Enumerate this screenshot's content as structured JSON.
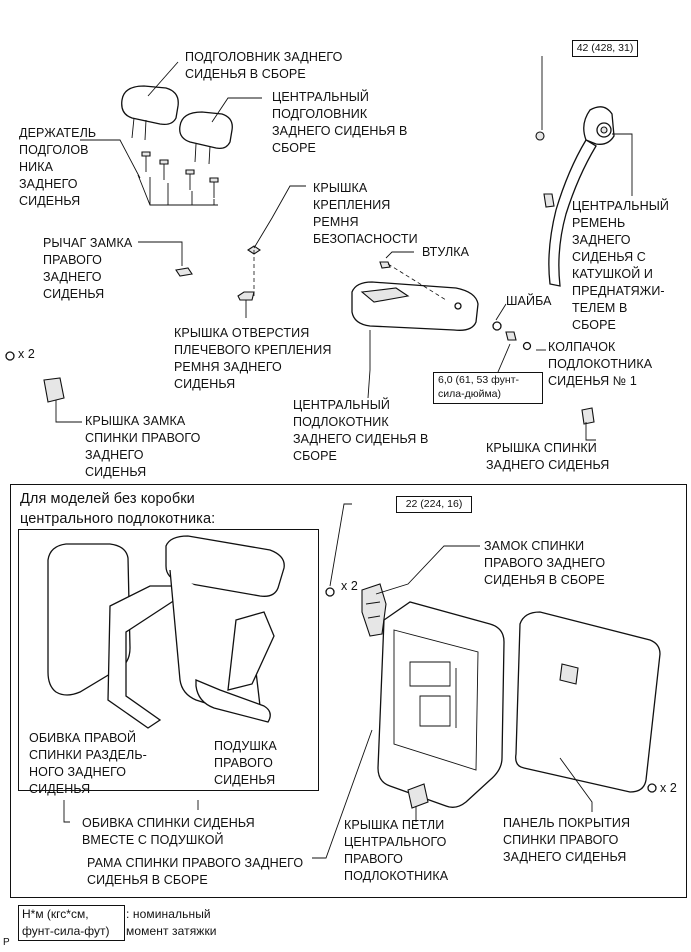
{
  "labels": {
    "rear_headrest_assy": "ПОДГОЛОВНИК ЗАДНЕГО\nСИДЕНЬЯ В СБОРЕ",
    "center_headrest_assy": "ЦЕНТРАЛЬНЫЙ\nПОДГОЛОВНИК\nЗАДНЕГО СИДЕНЬЯ В\nСБОРЕ",
    "headrest_holder": "ДЕРЖАТЕЛЬ\nПОДГОЛОВ\nНИКА\nЗАДНЕГО\nСИДЕНЬЯ",
    "belt_mount_cover": "КРЫШКА\nКРЕПЛЕНИЯ\nРЕМНЯ\nБЕЗОПАСНОСТИ",
    "bushing": "ВТУЛКА",
    "right_rear_seat_lock_lever": "РЫЧАГ ЗАМКА\nПРАВОГО\nЗАДНЕГО\nСИДЕНЬЯ",
    "shoulder_belt_hole_cover": "КРЫШКА ОТВЕРСТИЯ\nПЛЕЧЕВОГО КРЕПЛЕНИЯ\nРЕМНЯ ЗАДНЕГО\nСИДЕНЬЯ",
    "washer": "ШАЙБА",
    "armrest_cap": "КОЛПАЧОК\nПОДЛОКОТНИКА\nСИДЕНЬЯ № 1",
    "center_belt_assy": "ЦЕНТРАЛЬНЫЙ\nРЕМЕНЬ\nЗАДНЕГО\nСИДЕНЬЯ С\nКАТУШКОЙ И\nПРЕДНАТЯЖИ-\nТЕЛЕМ В\nСБОРЕ",
    "center_armrest_assy": "ЦЕНТРАЛЬНЫЙ\nПОДЛОКОТНИК\nЗАДНЕГО СИДЕНЬЯ В\nСБОРЕ",
    "right_seatback_lock_cover": "КРЫШКА ЗАМКА\nСПИНКИ ПРАВОГО\nЗАДНЕГО\nСИДЕНЬЯ",
    "rear_seatback_cover": "КРЫШКА СПИНКИ\nЗАДНЕГО СИДЕНЬЯ",
    "qty_x2_left": "x 2",
    "qty_x2_lock": "x 2",
    "qty_x2_panel": "x 2",
    "inset_title": "Для моделей без коробки\nцентрального подлокотника:",
    "right_seatback_lock_assy": "ЗАМОК СПИНКИ\nПРАВОГО ЗАДНЕГО\nСИДЕНЬЯ В СБОРЕ",
    "seatback_cover_right": "ОБИВКА ПРАВОЙ\nСПИНКИ РАЗДЕЛЬ-\nНОГО ЗАДНЕГО\nСИДЕНЬЯ",
    "right_pad": "ПОДУШКА\nПРАВОГО\nСИДЕНЬЯ",
    "cover_with_pad": "ОБИВКА СПИНКИ СИДЕНЬЯ\nВМЕСТЕ С ПОДУШКОЙ",
    "seatback_frame_assy": "РАМА СПИНКИ ПРАВОГО ЗАДНЕГО\nСИДЕНЬЯ В СБОРЕ",
    "armrest_hinge_cover": "КРЫШКА ПЕТЛИ\nЦЕНТРАЛЬНОГО\nПРАВОГО\nПОДЛОКОТНИКА",
    "seatback_board": "ПАНЕЛЬ ПОКРЫТИЯ\nСПИНКИ ПРАВОГО\nЗАДНЕГО СИДЕНЬЯ",
    "legend_desc": ": номинальный\nмомент затяжки",
    "corner_code": "P"
  },
  "torques": {
    "belt": "42 (428, 31)",
    "armrest": "6,0 (61, 53 фунт-\nсила-дюйма)",
    "lock": "22 (224, 16)"
  },
  "legend_unit": "Н*м (кгс*см,\nфунт-сила-фут)",
  "colors": {
    "line": "#111111",
    "fill": "#ffffff",
    "shade": "#e6e6e6"
  }
}
